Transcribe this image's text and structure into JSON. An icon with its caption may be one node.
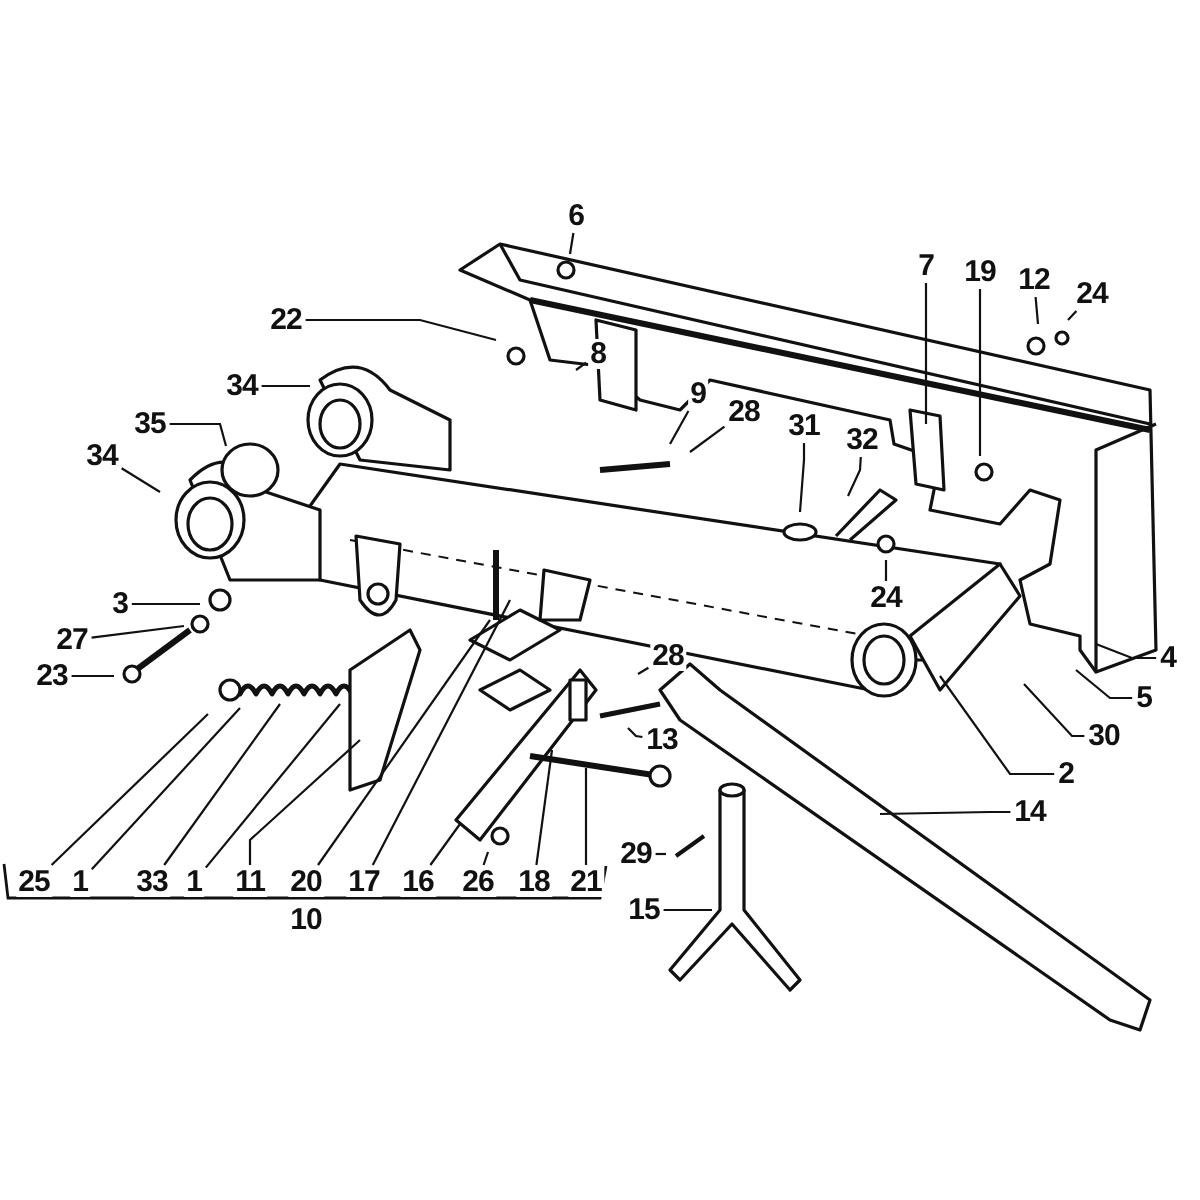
{
  "diagram": {
    "nodes": [
      {
        "text": [
          "6"
        ]
      },
      {
        "text": [
          "7"
        ]
      },
      {
        "text": [
          "19"
        ]
      },
      {
        "text": [
          "12"
        ]
      },
      {
        "text": [
          "24"
        ]
      },
      {
        "text": [
          "22"
        ]
      },
      {
        "text": [
          "8"
        ]
      },
      {
        "text": [
          "34"
        ]
      },
      {
        "text": [
          "9"
        ]
      },
      {
        "text": [
          "28"
        ]
      },
      {
        "text": [
          "35"
        ]
      },
      {
        "text": [
          "31"
        ]
      },
      {
        "text": [
          "32"
        ]
      },
      {
        "text": [
          "34"
        ]
      },
      {
        "text": [
          "24"
        ]
      },
      {
        "text": [
          "3"
        ]
      },
      {
        "text": [
          "27"
        ]
      },
      {
        "text": [
          "23"
        ]
      },
      {
        "text": [
          "28"
        ]
      },
      {
        "text": [
          "4"
        ]
      },
      {
        "text": [
          "5"
        ]
      },
      {
        "text": [
          "30"
        ]
      },
      {
        "text": [
          "13"
        ]
      },
      {
        "text": [
          "2"
        ]
      },
      {
        "text": [
          "14"
        ]
      },
      {
        "text": [
          "29"
        ]
      },
      {
        "text": [
          "25"
        ]
      },
      {
        "text": [
          "1"
        ]
      },
      {
        "text": [
          "33"
        ]
      },
      {
        "text": [
          "1"
        ]
      },
      {
        "text": [
          "11"
        ]
      },
      {
        "text": [
          "20"
        ]
      },
      {
        "text": [
          "17"
        ]
      },
      {
        "text": [
          "16"
        ]
      },
      {
        "text": [
          "26"
        ]
      },
      {
        "text": [
          "18"
        ]
      },
      {
        "text": [
          "21"
        ]
      },
      {
        "text": [
          "15"
        ]
      }
    ],
    "edges": [
      {
        "from": 0,
        "to": null,
        "arrow": "none"
      },
      {
        "from": 1,
        "to": null,
        "arrow": "none"
      },
      {
        "from": 2,
        "to": null,
        "arrow": "none"
      },
      {
        "from": 3,
        "to": null,
        "arrow": "none"
      },
      {
        "from": 4,
        "to": null,
        "arrow": "none"
      },
      {
        "from": 5,
        "to": null,
        "arrow": "none"
      },
      {
        "from": 6,
        "to": null,
        "arrow": "none"
      },
      {
        "from": 7,
        "to": null,
        "arrow": "none"
      },
      {
        "from": 8,
        "to": null,
        "arrow": "none"
      },
      {
        "from": 9,
        "to": null,
        "arrow": "none"
      },
      {
        "from": 10,
        "to": null,
        "arrow": "none"
      },
      {
        "from": 11,
        "to": null,
        "arrow": "none"
      },
      {
        "from": 12,
        "to": null,
        "arrow": "none"
      },
      {
        "from": 13,
        "to": null,
        "arrow": "none"
      },
      {
        "from": 14,
        "to": null,
        "arrow": "none"
      },
      {
        "from": 15,
        "to": null,
        "arrow": "none"
      },
      {
        "from": 16,
        "to": null,
        "arrow": "none"
      },
      {
        "from": 17,
        "to": null,
        "arrow": "none"
      },
      {
        "from": 18,
        "to": null,
        "arrow": "none"
      },
      {
        "from": 19,
        "to": null,
        "arrow": "none"
      },
      {
        "from": 20,
        "to": null,
        "arrow": "none"
      },
      {
        "from": 21,
        "to": null,
        "arrow": "none"
      },
      {
        "from": 22,
        "to": null,
        "arrow": "none"
      },
      {
        "from": 23,
        "to": null,
        "arrow": "none"
      },
      {
        "from": 24,
        "to": null,
        "arrow": "none"
      },
      {
        "from": 25,
        "to": null,
        "arrow": "none"
      },
      {
        "from": 26,
        "to": null,
        "arrow": "none"
      },
      {
        "from": 27,
        "to": null,
        "arrow": "none"
      },
      {
        "from": 28,
        "to": null,
        "arrow": "none"
      },
      {
        "from": 29,
        "to": null,
        "arrow": "none"
      },
      {
        "from": 30,
        "to": null,
        "arrow": "none"
      },
      {
        "from": 31,
        "to": null,
        "arrow": "none"
      },
      {
        "from": 32,
        "to": null,
        "arrow": "none"
      },
      {
        "from": 33,
        "to": null,
        "arrow": "none"
      },
      {
        "from": 34,
        "to": null,
        "arrow": "none"
      },
      {
        "from": 35,
        "to": null,
        "arrow": "none"
      },
      {
        "from": 36,
        "to": null,
        "arrow": "none"
      },
      {
        "from": 37,
        "to": null,
        "arrow": "none"
      }
    ],
    "labels": [
      "10"
    ]
  }
}
